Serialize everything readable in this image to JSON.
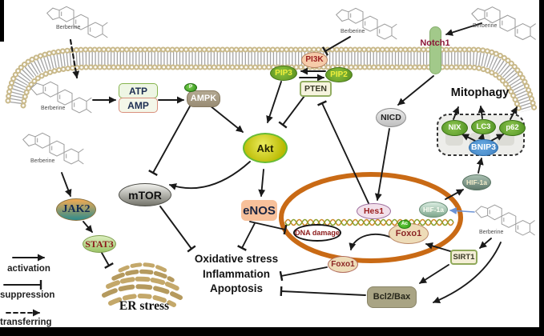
{
  "molecules": [
    {
      "label": "Berberine"
    },
    {
      "label": "Berberine"
    },
    {
      "label": "Berberine"
    },
    {
      "label": "Berberine"
    },
    {
      "label": "Berberine"
    },
    {
      "label": "Berberine"
    }
  ],
  "nodes": {
    "atp": "ATP",
    "amp": "AMP",
    "ampk": "AMPK",
    "phospho": "P",
    "akt": "Akt",
    "mtor": "mTOR",
    "enos": "eNOS",
    "jak2": "JAK2",
    "stat3": "STAT3",
    "er_stress": "ER stress",
    "pi3k": "PI3K",
    "pip3": "PIP3",
    "pip2": "PIP2",
    "pten": "PTEN",
    "notch1": "Notch1",
    "nicd": "NICD",
    "hes1": "Hes1",
    "hif1a_nucleus": "HIF-1a",
    "hif1a_cytoplasm": "HIF-1a",
    "foxo1_nucleus": "Foxo1",
    "ac": "Ac",
    "foxo1_cytoplasm": "Foxo1",
    "dna_damage": "DNA damage",
    "sirt1": "SIRT1",
    "bcl2bax": "Bcl2/Bax",
    "mitophagy": "Mitophagy",
    "nix": "NIX",
    "lc3": "LC3",
    "p62": "p62",
    "bnip3": "BNIP3"
  },
  "outcomes": [
    "Oxidative stress",
    "Inflammation",
    "Apoptosis"
  ],
  "legend": {
    "activation": "activation",
    "suppression": "suppression",
    "transferring": "transferring"
  },
  "colors": {
    "nucleus_ring": "#c96a15",
    "membrane_head": "#c9b98a",
    "line_black": "#1a1a1a",
    "berberine_to_hif_arrow": "#6b93d6",
    "notch1_label": "#8b1538",
    "akt_fill": "#c0c000",
    "mito_green": "#5a9b28",
    "bnip3_blue": "#4f95d5",
    "dna_orange": "#cc8a2a",
    "dna_green": "#8aa030",
    "er_tan": "#b49a62"
  }
}
